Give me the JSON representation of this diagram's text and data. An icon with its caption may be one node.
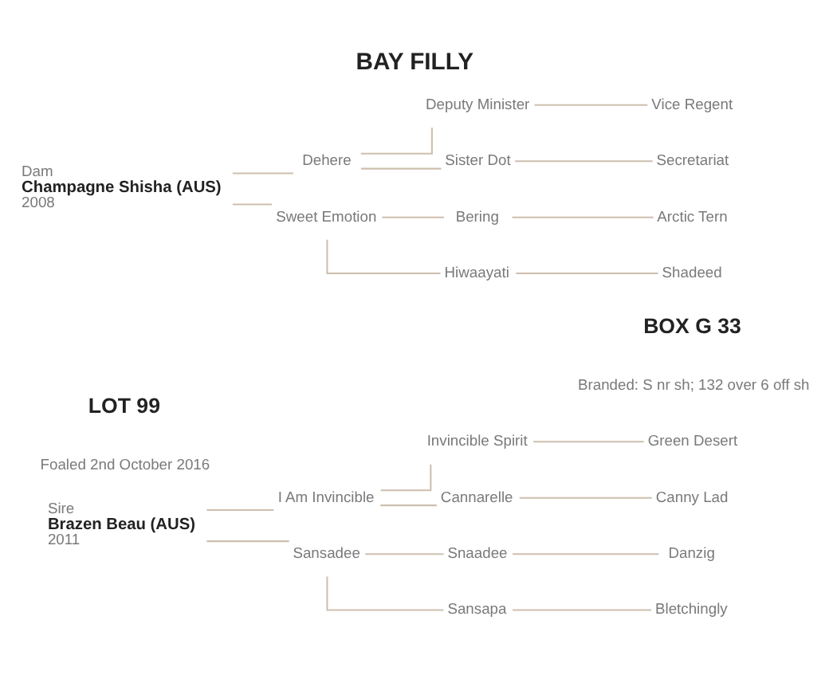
{
  "diagram": {
    "title": "BAY FILLY",
    "nodes": [
      {
        "text": [
          "Sire",
          "Brazen Beau (AUS)",
          "2011"
        ]
      },
      {
        "text": [
          "I Am Invincible"
        ]
      },
      {
        "text": [
          "Invincible Spirit"
        ]
      },
      {
        "text": [
          "Green Desert"
        ]
      },
      {
        "text": [
          "Cannarelle"
        ]
      },
      {
        "text": [
          "Canny Lad"
        ]
      },
      {
        "text": [
          "Sansadee"
        ]
      },
      {
        "text": [
          "Snaadee"
        ]
      },
      {
        "text": [
          "Danzig"
        ]
      },
      {
        "text": [
          "Sansapa"
        ]
      },
      {
        "text": [
          "Bletchingly"
        ]
      },
      {
        "text": [
          "Dam",
          "Champagne Shisha (AUS)",
          "2008"
        ]
      },
      {
        "text": [
          "Dehere"
        ]
      },
      {
        "text": [
          "Deputy Minister"
        ]
      },
      {
        "text": [
          "Vice Regent"
        ]
      },
      {
        "text": [
          "Sister Dot"
        ]
      },
      {
        "text": [
          "Secretariat"
        ]
      },
      {
        "text": [
          "Sweet Emotion"
        ]
      },
      {
        "text": [
          "Bering"
        ]
      },
      {
        "text": [
          "Arctic Tern"
        ]
      },
      {
        "text": [
          "Hiwaayati"
        ]
      },
      {
        "text": [
          "Shadeed"
        ]
      }
    ],
    "edges": [
      {
        "from": 0,
        "to": 1,
        "arrow": "none"
      },
      {
        "from": 0,
        "to": 6,
        "arrow": "none"
      },
      {
        "from": 1,
        "to": 2,
        "arrow": "none"
      },
      {
        "from": 1,
        "to": 4,
        "arrow": "none"
      },
      {
        "from": 2,
        "to": 3,
        "arrow": "none"
      },
      {
        "from": 4,
        "to": 5,
        "arrow": "none"
      },
      {
        "from": 6,
        "to": 7,
        "arrow": "none"
      },
      {
        "from": 6,
        "to": 9,
        "arrow": "none"
      },
      {
        "from": 7,
        "to": 8,
        "arrow": "none"
      },
      {
        "from": 9,
        "to": 10,
        "arrow": "none"
      },
      {
        "from": 11,
        "to": 12,
        "arrow": "none"
      },
      {
        "from": 11,
        "to": 17,
        "arrow": "none"
      },
      {
        "from": 12,
        "to": 13,
        "arrow": "none"
      },
      {
        "from": 12,
        "to": 15,
        "arrow": "none"
      },
      {
        "from": 13,
        "to": 14,
        "arrow": "none"
      },
      {
        "from": 15,
        "to": 16,
        "arrow": "none"
      },
      {
        "from": 17,
        "to": 18,
        "arrow": "none"
      },
      {
        "from": 17,
        "to": 20,
        "arrow": "none"
      },
      {
        "from": 18,
        "to": 19,
        "arrow": "none"
      },
      {
        "from": 20,
        "to": 21,
        "arrow": "none"
      }
    ],
    "labels": [
      "LOT 99",
      "Foaled 2nd October 2016",
      "BOX G 33",
      "Branded: S nr sh; 132 over 6 off sh"
    ]
  }
}
